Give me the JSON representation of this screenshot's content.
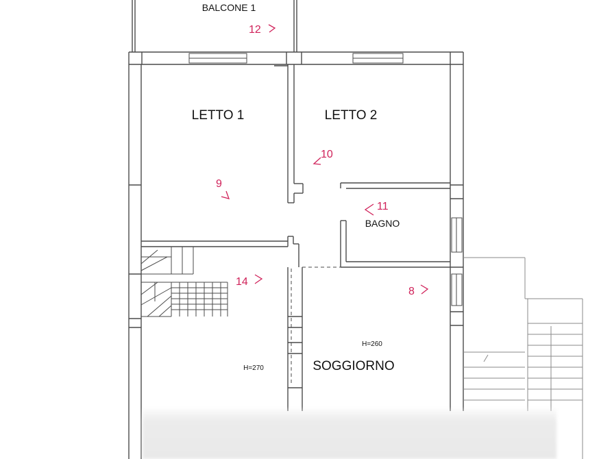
{
  "rooms": {
    "balcony": "BALCONE 1",
    "bedroom1": "LETTO 1",
    "bedroom2": "LETTO 2",
    "bathroom": "BAGNO",
    "living": "SOGGIORNO"
  },
  "heights": {
    "living": "H=260",
    "stair_area": "H=270"
  },
  "photo_markers": [
    "12",
    "10",
    "9",
    "11",
    "14",
    "8"
  ],
  "colors": {
    "wall": "#4a4a4a",
    "marker": "#d0225a",
    "background": "#ffffff",
    "blur": "#e9e9e9"
  }
}
